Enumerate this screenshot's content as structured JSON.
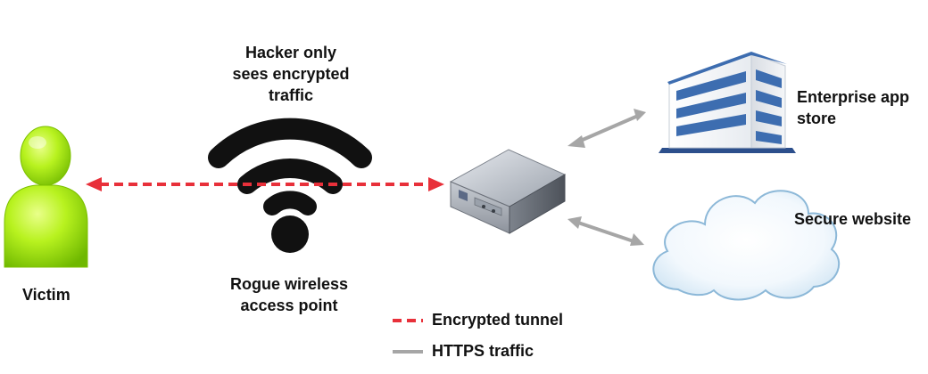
{
  "labels": {
    "hacker": [
      "Hacker only",
      "sees encrypted",
      "traffic"
    ],
    "rogue_ap": [
      "Rogue wireless",
      "access point"
    ],
    "victim": "Victim",
    "enterprise": [
      "Enterprise app",
      "store"
    ],
    "secure_website": "Secure website"
  },
  "legend": [
    {
      "label": "Encrypted tunnel",
      "style": "dashed",
      "color": "#e8303a"
    },
    {
      "label": "HTTPS traffic",
      "style": "solid",
      "color": "#a6a6a6"
    }
  ],
  "icons": {
    "victim": "person-icon",
    "access_point": "wifi-icon",
    "server": "server-icon",
    "enterprise": "building-icon",
    "cloud": "cloud-icon"
  },
  "colors": {
    "tunnel": "#e8303a",
    "https": "#a6a6a6",
    "person": "#9fe31a",
    "building": "#3d6db0",
    "cloud_edge": "#8cb8d8"
  }
}
